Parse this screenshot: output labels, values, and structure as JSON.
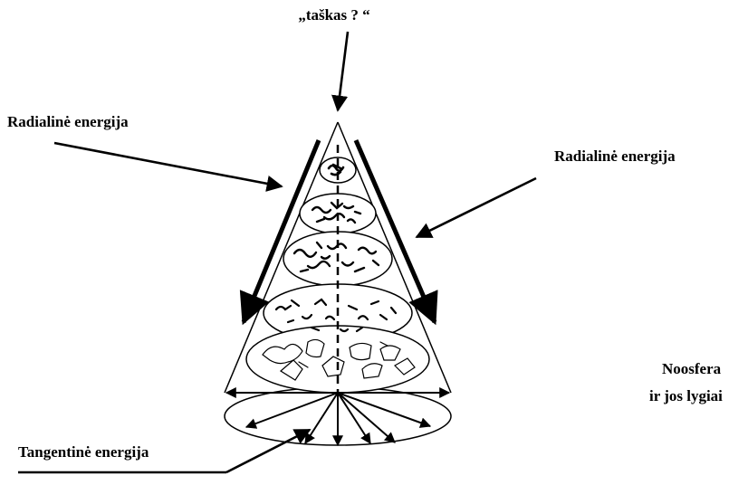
{
  "labels": {
    "top_point": "„taškas ? “",
    "radial_left": "Radialinė energija",
    "radial_right": "Radialinė energija",
    "noosphere_line1": "Noosfera",
    "noosphere_line2": "ir jos lygiai",
    "tangential": "Tangentinė energija"
  },
  "colors": {
    "ink": "#000000",
    "paper": "#ffffff"
  }
}
